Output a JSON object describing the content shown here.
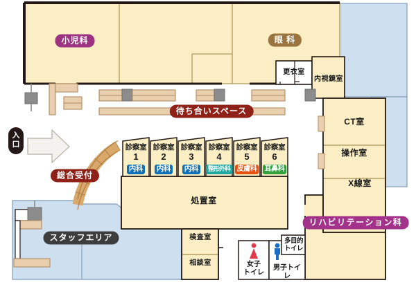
{
  "map": {
    "title": "病院フロアマップ",
    "colors": {
      "room_fill": "#fbeec4",
      "room_stroke": "#b09a5e",
      "staff_fill": "#cee0ef",
      "staff_stroke": "#8fa9c0",
      "wall": "#231815",
      "bench_fill": "#e9cfae",
      "bench_stroke": "#b08d63",
      "counter_fill": "#d9a86b",
      "counter_stroke": "#a8793f",
      "gray_block": "#8c8c8c",
      "white_room": "#ffffff"
    }
  },
  "departments": [
    {
      "name": "pediatrics",
      "label": "小児科",
      "style": "magenta"
    },
    {
      "name": "ophthalmology",
      "label": "眼 科",
      "style": "brown"
    },
    {
      "name": "rehabilitation",
      "label": "リハビリテーション科",
      "style": "rehab"
    }
  ],
  "zone_labels": [
    {
      "name": "waiting-space",
      "label": "待ち合いスペース",
      "style": "darkred"
    },
    {
      "name": "main-reception",
      "label": "総合受付",
      "style": "darkred"
    },
    {
      "name": "staff-area",
      "label": "スタッフエリア",
      "style": "gray"
    }
  ],
  "entrance": {
    "label_line1": "入",
    "label_line2": "口",
    "arrow": "right-arrow-icon"
  },
  "rooms": [
    {
      "name": "changing-room",
      "label": "更衣室"
    },
    {
      "name": "endoscopy-room",
      "label": "内視鏡室"
    },
    {
      "name": "ct-room",
      "label": "CT室"
    },
    {
      "name": "operation-room",
      "label": "操作室"
    },
    {
      "name": "xray-room",
      "label": "X線室"
    },
    {
      "name": "treatment-room",
      "label": "処置室"
    },
    {
      "name": "test-room",
      "label": "検査室"
    },
    {
      "name": "consultation-room",
      "label": "相談室"
    }
  ],
  "exam_rooms": [
    {
      "name": "exam-room-1",
      "title": "診察室",
      "number": "1",
      "specialty": "内科",
      "specialty_class": "naika"
    },
    {
      "name": "exam-room-2",
      "title": "診察室",
      "number": "2",
      "specialty": "内科",
      "specialty_class": "naika"
    },
    {
      "name": "exam-room-3",
      "title": "診察室",
      "number": "3",
      "specialty": "内科",
      "specialty_class": "naika"
    },
    {
      "name": "exam-room-4",
      "title": "診察室",
      "number": "4",
      "specialty": "整形外科",
      "specialty_class": "seikei"
    },
    {
      "name": "exam-room-5",
      "title": "診察室",
      "number": "5",
      "specialty": "皮膚科",
      "specialty_class": "hifu"
    },
    {
      "name": "exam-room-6",
      "title": "診察室",
      "number": "6",
      "specialty": "耳鼻科",
      "specialty_class": "jibi"
    }
  ],
  "toilets": [
    {
      "name": "womens-toilet",
      "icon": "female-figure-icon",
      "line1": "女子",
      "line2": "トイレ",
      "color": "#e0394b"
    },
    {
      "name": "mens-toilet",
      "icon": "male-figure-icon",
      "line1": "男子トイレ",
      "line2": "",
      "color": "#1a6fc4"
    },
    {
      "name": "accessible-toilet",
      "icon": "",
      "line1": "多目的",
      "line2": "トイレ",
      "color": "#1a1a1a"
    }
  ]
}
